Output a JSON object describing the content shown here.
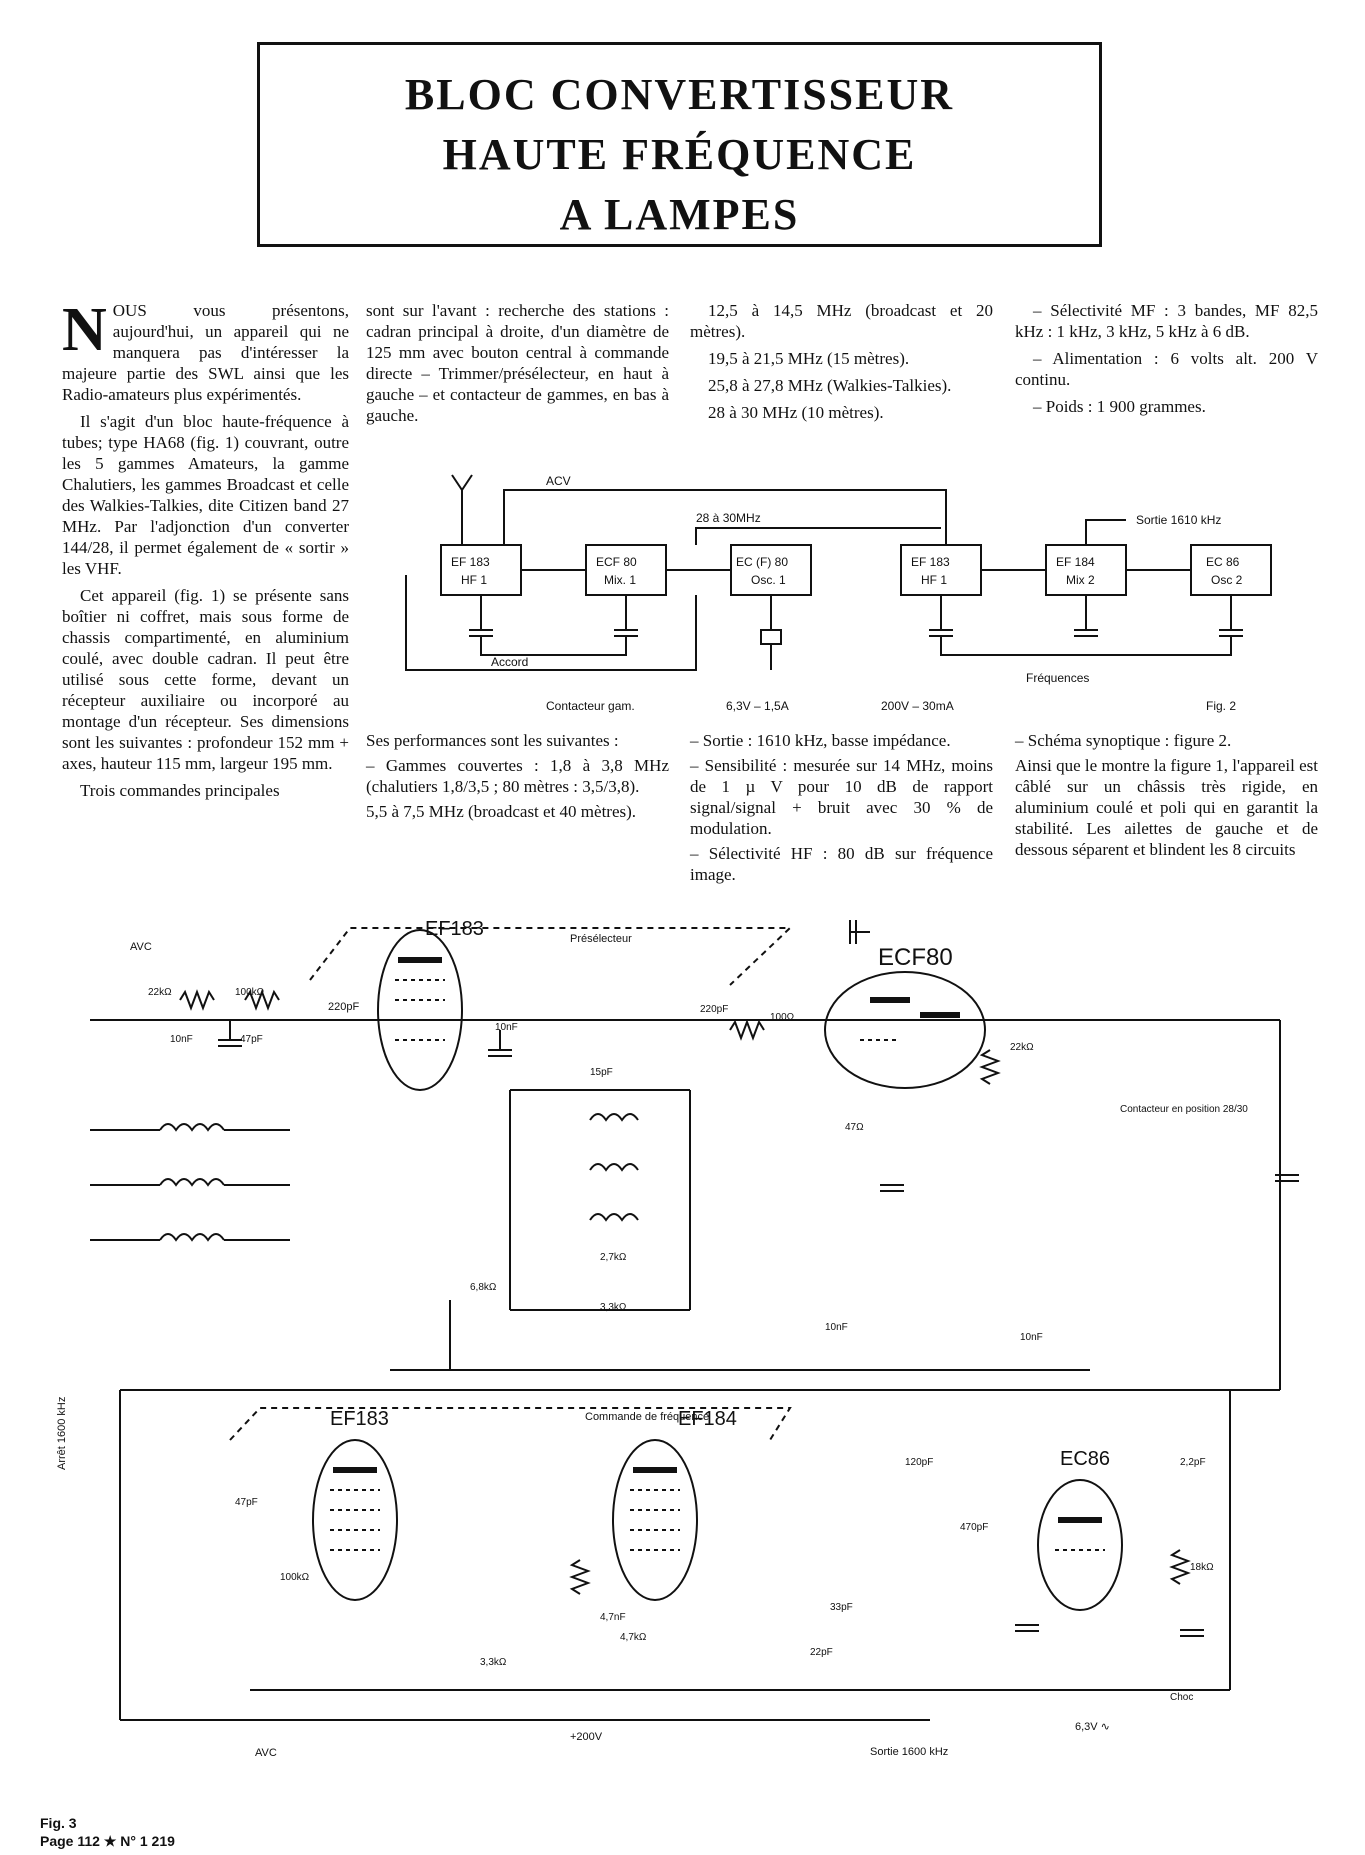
{
  "title": {
    "line1": "BLOC CONVERTISSEUR",
    "line2": "HAUTE FRÉQUENCE",
    "line3": "A LAMPES"
  },
  "article": {
    "dropcap": "N",
    "col1": [
      "OUS vous présentons, aujourd'hui, un appareil qui ne manquera pas d'intéresser la majeure partie des SWL ainsi que les Radio-amateurs plus expérimentés.",
      "Il s'agit d'un bloc haute-fréquence à tubes; type HA68 (fig. 1) couvrant, outre les 5 gammes Amateurs, la gamme Chalutiers, les gammes Broadcast et celle des Walkies-Talkies, dite Citizen band 27 MHz. Par l'adjonction d'un converter 144/28, il permet également de « sortir » les VHF.",
      "Cet appareil (fig. 1) se présente sans boîtier ni coffret, mais sous forme de chassis compartimenté, en aluminium coulé, avec double cadran. Il peut être utilisé sous cette forme, devant un récepteur auxiliaire ou incorporé au montage d'un récepteur. Ses dimensions sont les suivantes : profondeur 152 mm + axes, hauteur 115 mm, largeur 195 mm.",
      "Trois commandes principales"
    ],
    "col2_top": "sont sur l'avant : recherche des stations : cadran principal à droite, d'un diamètre de 125 mm avec bouton central à commande directe – Trimmer/présélecteur, en haut à gauche – et contacteur de gammes, en bas à gauche.",
    "col3_top": [
      "12,5 à 14,5 MHz (broadcast et 20 mètres).",
      "19,5 à 21,5 MHz (15 mètres).",
      "25,8 à 27,8 MHz (Walkies-Talkies).",
      "28 à 30 MHz (10 mètres)."
    ],
    "col4_top": [
      "– Sélectivité MF : 3 bandes, MF 82,5 kHz : 1 kHz, 3 kHz, 5 kHz à 6 dB.",
      "– Alimentation : 6 volts alt. 200 V continu.",
      "– Poids : 1 900 grammes."
    ],
    "col2_bottom": [
      "Ses performances sont les suivantes :",
      "– Gammes couvertes : 1,8 à 3,8 MHz (chalutiers 1,8/3,5 ; 80 mètres : 3,5/3,8).",
      "5,5 à 7,5 MHz (broadcast et 40 mètres)."
    ],
    "col3_bottom": [
      "– Sortie : 1610 kHz, basse impédance.",
      "– Sensibilité : mesurée sur 14 MHz, moins de 1 µ V pour 10 dB de rapport signal/signal + bruit avec 30 % de modulation.",
      "– Sélectivité HF : 80 dB sur fréquence image."
    ],
    "col4_bottom": [
      "– Schéma synoptique : figure 2.",
      "Ainsi que le montre la figure 1, l'appareil est câblé sur un châssis très rigide, en aluminium coulé et poli qui en garantit la stabilité. Les ailettes de gauche et de dessous séparent et blindent les 8 circuits"
    ]
  },
  "fig2": {
    "caption": "Fig. 2",
    "acv": "ACV",
    "band": "28 à 30MHz",
    "output": "Sortie 1610 kHz",
    "accord": "Accord",
    "contacteur": "Contacteur gam.",
    "freqs": "Fréquences",
    "v6": "6,3V – 1,5A",
    "v200": "200V – 30mA",
    "blocks": [
      {
        "tube": "EF 183",
        "role": "HF 1"
      },
      {
        "tube": "ECF 80",
        "role": "Mix. 1"
      },
      {
        "tube": "EC (F) 80",
        "role": "Osc. 1"
      },
      {
        "tube": "EF 183",
        "role": "HF 1"
      },
      {
        "tube": "EF 184",
        "role": "Mix 2"
      },
      {
        "tube": "EC 86",
        "role": "Osc 2"
      }
    ]
  },
  "fig3": {
    "caption": "Fig. 3",
    "page": "Page 112 ★ N° 1 219",
    "tubes": [
      "EF183",
      "ECF80",
      "EF183",
      "EF184",
      "EC86"
    ],
    "preselecteur": "Présélecteur",
    "commande": "Commande de fréquence",
    "contacteur": "Contacteur en position 28/30",
    "avc_top": "AVC",
    "avc_bottom": "AVC",
    "arret": "Arrêt 1600 kHz",
    "sortie": "Sortie 1600 kHz",
    "plus200": "+200V",
    "v63": "6,3V ∿",
    "parts": [
      "22kΩ",
      "100kΩ",
      "10nF",
      "47pF",
      "220pF",
      "10nF",
      "220pF",
      "100Ω",
      "22kΩ",
      "47Ω",
      "6,8kΩ",
      "2,7kΩ",
      "3,3kΩ",
      "15pF",
      "10nF",
      "10nF",
      "100kΩ",
      "3,3kΩ",
      "4,7kΩ",
      "47pF",
      "120pF",
      "470pF",
      "2,2pF",
      "18kΩ",
      "22pF",
      "33pF",
      "4,7nF",
      "Choc"
    ]
  }
}
